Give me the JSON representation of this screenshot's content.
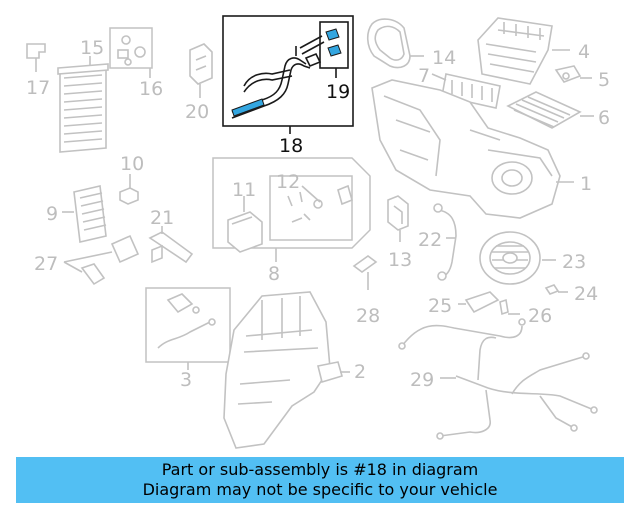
{
  "diagram": {
    "labels": {
      "p1": "1",
      "p2": "2",
      "p3": "3",
      "p4": "4",
      "p5": "5",
      "p6": "6",
      "p7": "7",
      "p8": "8",
      "p9": "9",
      "p10": "10",
      "p11": "11",
      "p12": "12",
      "p13": "13",
      "p14": "14",
      "p15": "15",
      "p16": "16",
      "p17": "17",
      "p18": "18",
      "p19": "19",
      "p20": "20",
      "p21": "21",
      "p22": "22",
      "p23": "23",
      "p24": "24",
      "p25": "25",
      "p26": "26",
      "p27": "27",
      "p28": "28",
      "p29": "29"
    },
    "highlighted_part": "18",
    "highlight_color": "#33a6e0"
  },
  "notice": {
    "line1": "Part or sub-assembly is #18 in diagram",
    "line2": "Diagram may not be specific to your vehicle",
    "background": "#52bff3"
  }
}
